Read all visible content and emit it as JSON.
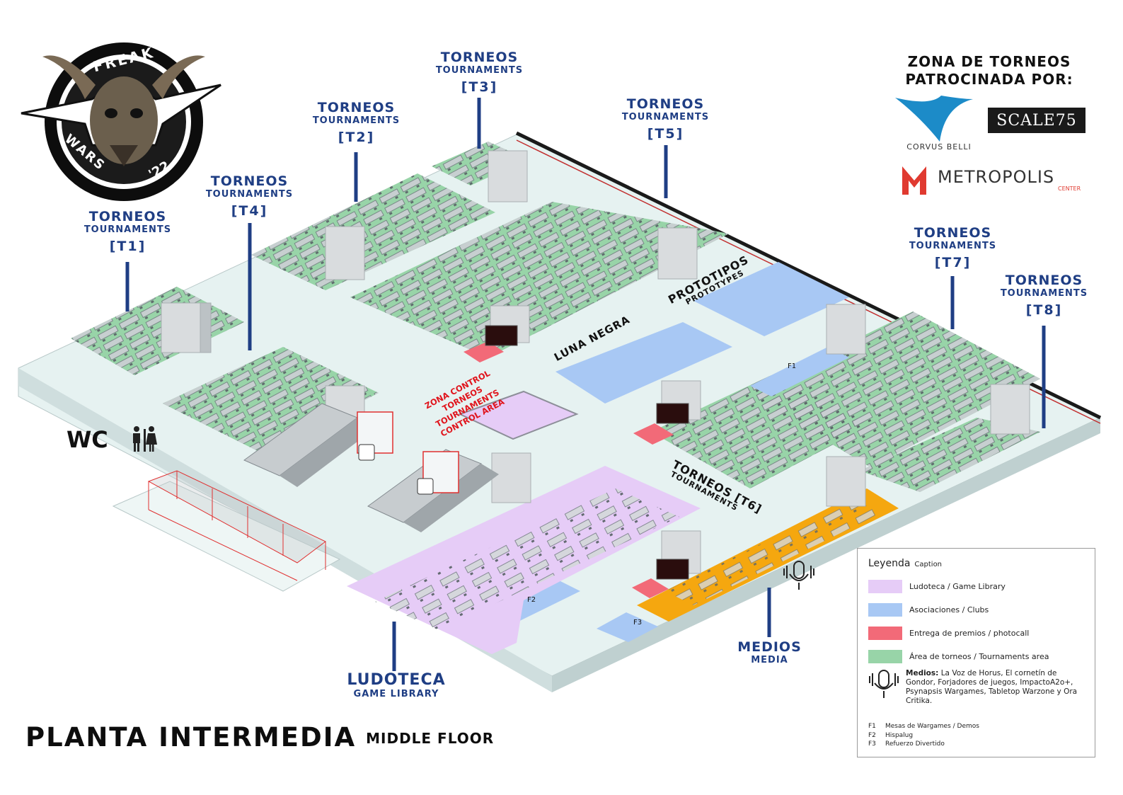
{
  "logo": {
    "top_text": "FREAK",
    "bottom_text": "WARS",
    "year": "'22"
  },
  "sponsors": {
    "title_line1": "ZONA DE TORNEOS",
    "title_line2": "PATROCINADA POR:",
    "corvus": "CORVUS BELLI",
    "scale75": "SCALE75",
    "metropolis": "METROPOLIS",
    "metropolis_sub": "CENTER"
  },
  "zones": {
    "t1": {
      "es": "TORNEOS",
      "en": "TOURNAMENTS",
      "code": "[T1]"
    },
    "t2": {
      "es": "TORNEOS",
      "en": "TOURNAMENTS",
      "code": "[T2]"
    },
    "t3": {
      "es": "TORNEOS",
      "en": "TOURNAMENTS",
      "code": "[T3]"
    },
    "t4": {
      "es": "TORNEOS",
      "en": "TOURNAMENTS",
      "code": "[T4]"
    },
    "t5": {
      "es": "TORNEOS",
      "en": "TOURNAMENTS",
      "code": "[T5]"
    },
    "t7": {
      "es": "TORNEOS",
      "en": "TOURNAMENTS",
      "code": "[T7]"
    },
    "t8": {
      "es": "TORNEOS",
      "en": "TOURNAMENTS",
      "code": "[T8]"
    },
    "t6": {
      "es": "TORNEOS [T6]",
      "en": "TOURNAMENTS"
    },
    "ludoteca": {
      "es": "LUDOTECA",
      "en": "GAME LIBRARY"
    },
    "medios": {
      "es": "MEDIOS",
      "en": "MEDIA"
    }
  },
  "floor_labels": {
    "wc": "WC",
    "prototipos": "PROTOTIPOS",
    "prototypes": "PROTOTYPES",
    "luna_negra": "LUNA NEGRA",
    "control_1": "ZONA CONTROL",
    "control_2": "TORNEOS",
    "control_3": "TOURNAMENTS",
    "control_4": "CONTROL AREA",
    "f1": "F1",
    "f2": "F2",
    "f3": "F3"
  },
  "legend": {
    "title": "Leyenda",
    "caption": "Caption",
    "items": [
      {
        "label": "Ludoteca / Game Library",
        "color": "#e6ccf7"
      },
      {
        "label": "Asociaciones / Clubs",
        "color": "#a8c8f4"
      },
      {
        "label": "Entrega de premios / photocall",
        "color": "#f26a78"
      },
      {
        "label": "Área de torneos / Tournaments area",
        "color": "#98d4a8"
      }
    ],
    "media_title": "Medios:",
    "media_text": "La Voz de Horus, El cornetín de Gondor, Forjadores de juegos, ImpactoA2o+, Psynapsis Wargames, Tabletop Warzone y Ora Critika.",
    "notes": [
      {
        "code": "F1",
        "text": "Mesas de Wargames / Demos"
      },
      {
        "code": "F2",
        "text": "Hispalug"
      },
      {
        "code": "F3",
        "text": "Refuerzo Divertido"
      }
    ]
  },
  "footer": {
    "title": "PLANTA INTERMEDIA",
    "subtitle": "MIDDLE FLOOR"
  },
  "colors": {
    "floor": "#e6f2f1",
    "tournament_area": "#98d4a8",
    "clubs": "#a8c8f4",
    "ludoteca": "#e6ccf7",
    "awards": "#f26a78",
    "media": "#f5a70f",
    "label_blue": "#1f3e84"
  }
}
